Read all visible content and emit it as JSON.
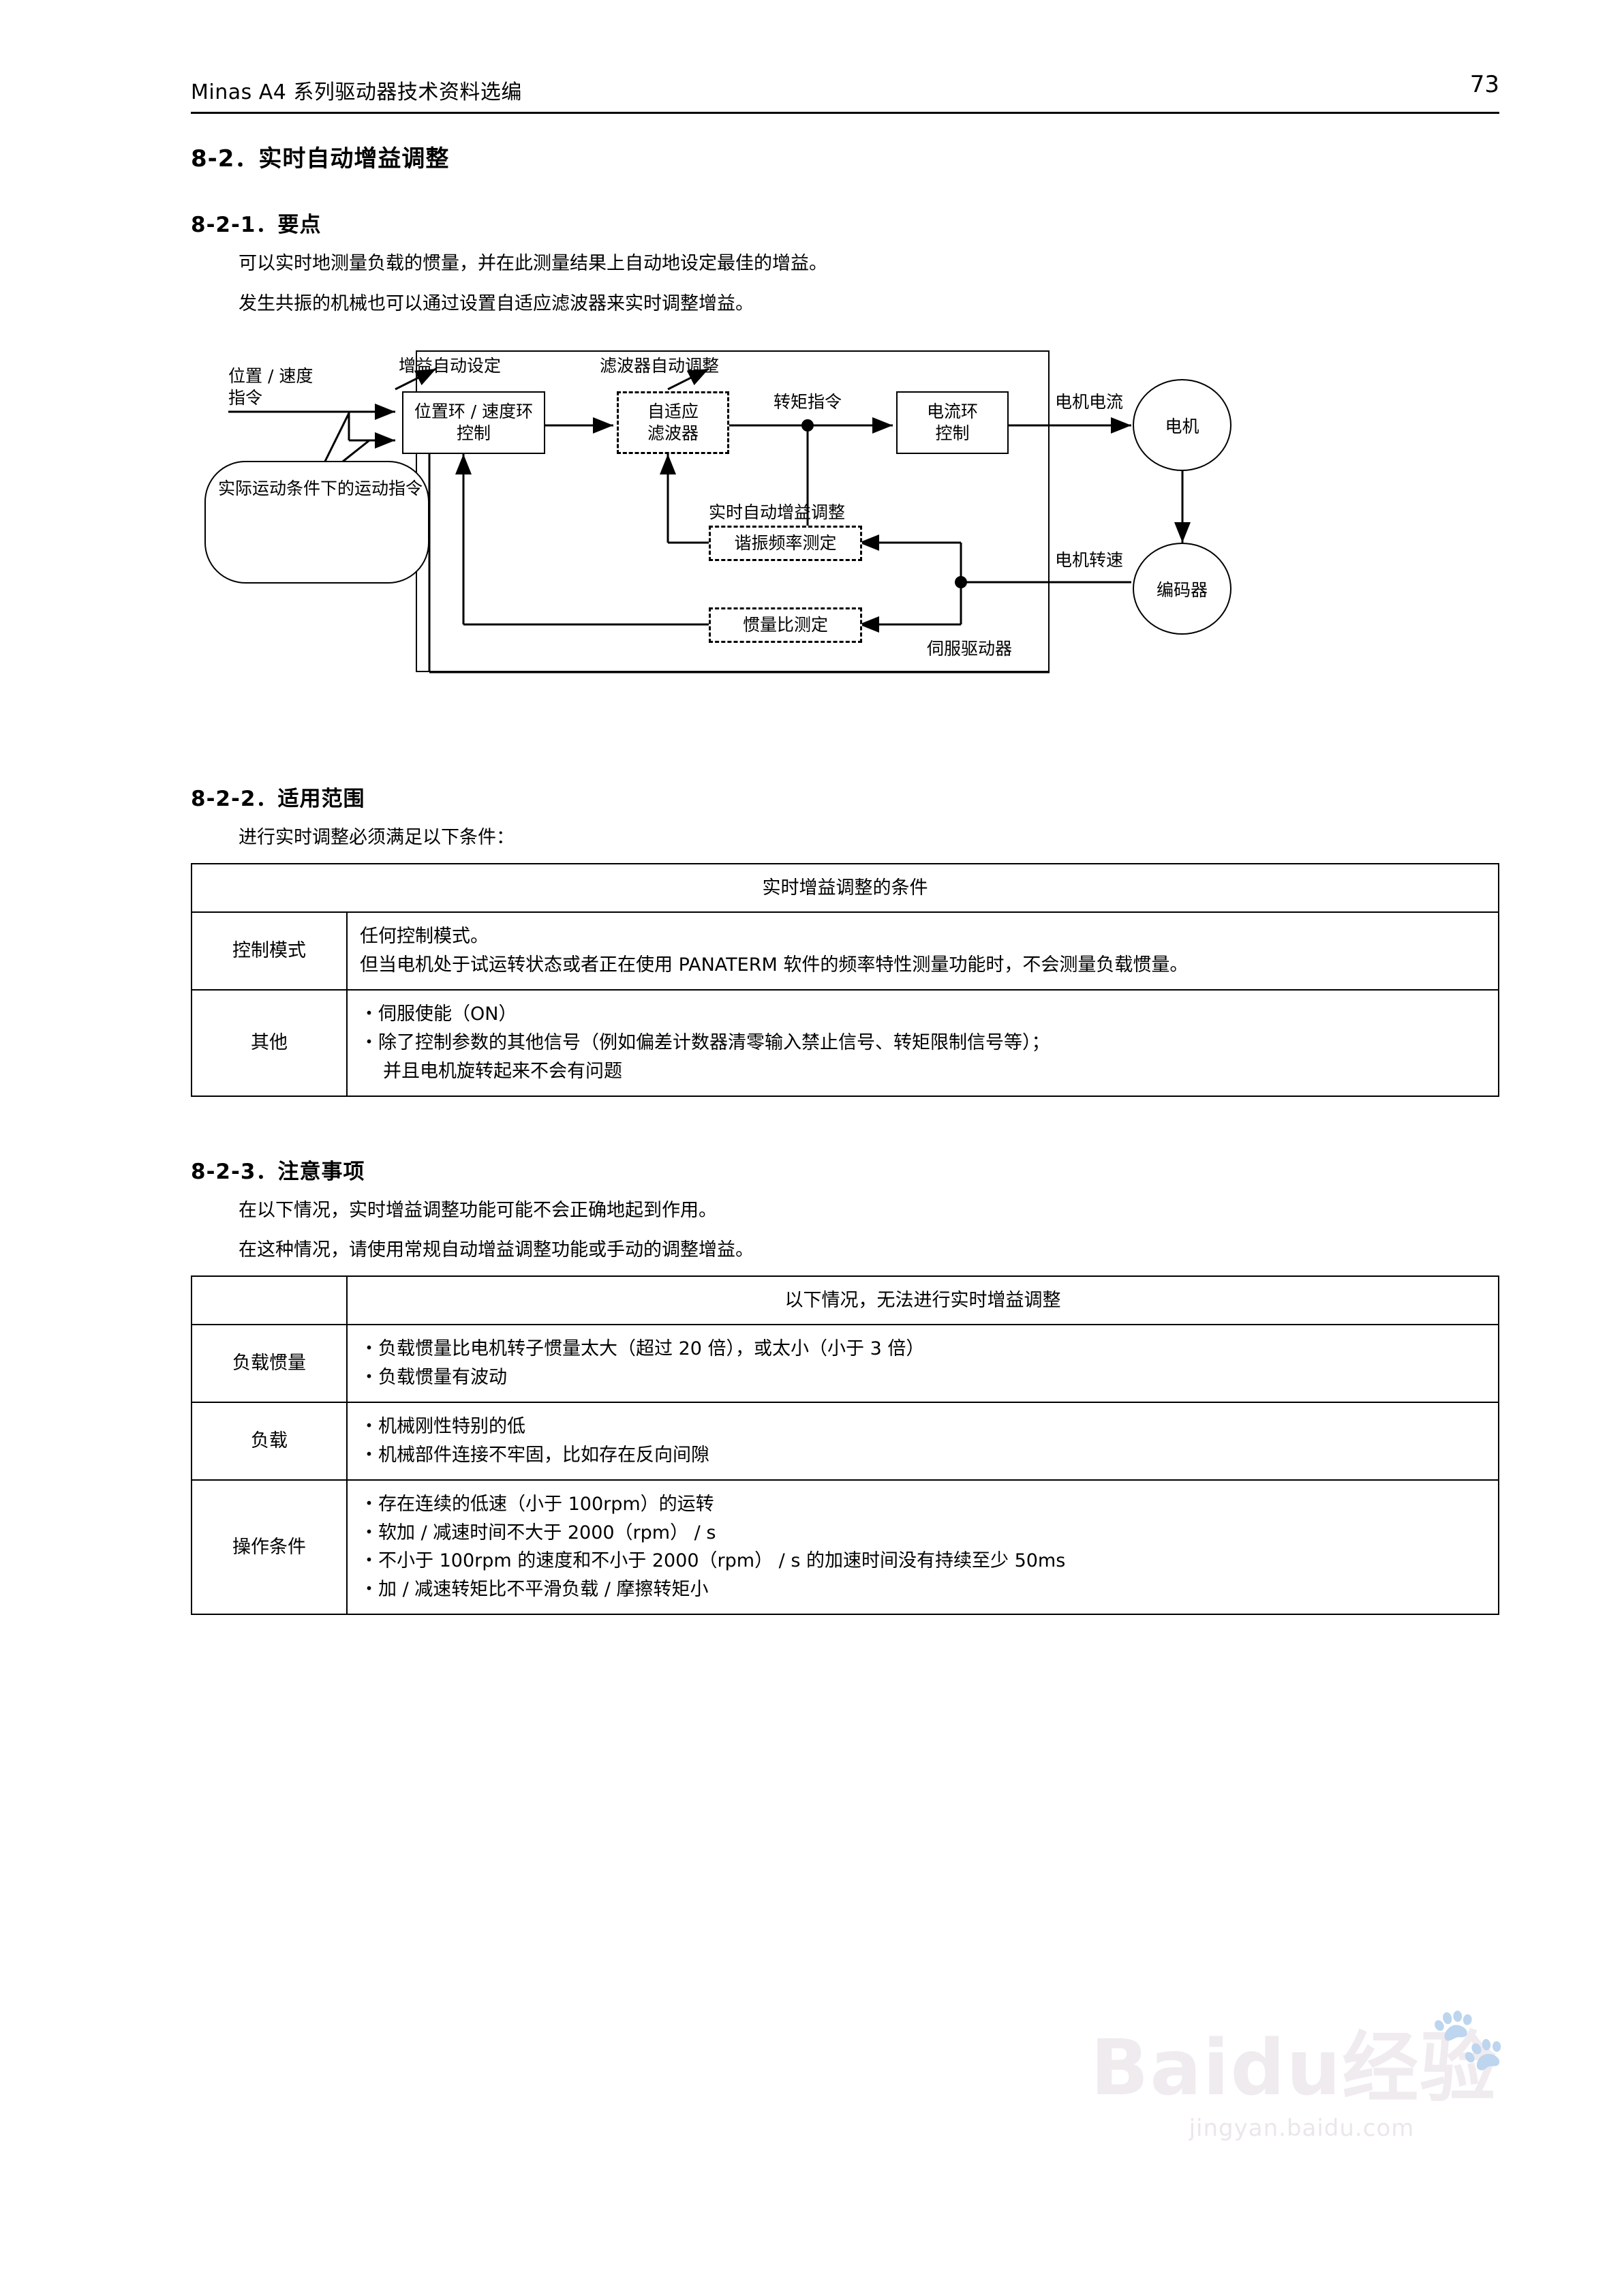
{
  "header": {
    "title": "Minas A4 系列驱动器技术资料选编",
    "page_number": "73"
  },
  "sections": {
    "s82": {
      "heading": "8-2．实时自动增益调整"
    },
    "s821": {
      "heading": "8-2-1．要点",
      "p1": "可以实时地测量负载的惯量，并在此测量结果上自动地设定最佳的增益。",
      "p2": "发生共振的机械也可以通过设置自适应滤波器来实时调整增益。"
    },
    "s822": {
      "heading": "8-2-2．适用范围",
      "intro": "进行实时调整必须满足以下条件："
    },
    "s823": {
      "heading": "8-2-3．注意事项",
      "p1": "在以下情况，实时增益调整功能可能不会正确地起到作用。",
      "p2": "在这种情况，请使用常规自动增益调整功能或手动的调整增益。"
    }
  },
  "diagram": {
    "label_command": "位置 / 速度\n指令",
    "label_command_line1": "位置 / 速度",
    "label_command_line2": "指令",
    "label_gain_auto": "增益自动设定",
    "label_filter_auto": "滤波器自动调整",
    "label_torque_cmd": "转矩指令",
    "label_motor_current": "电机电流",
    "label_motor_speed": "电机转速",
    "box_pos_speed_line1": "位置环 / 速度环",
    "box_pos_speed_line2": "控制",
    "box_adaptive_line1": "自适应",
    "box_adaptive_line2": "滤波器",
    "box_current_line1": "电流环",
    "box_current_line2": "控制",
    "box_motor": "电机",
    "box_encoder": "编码器",
    "label_realtime_gain": "实时自动增益调整",
    "box_resonance": "谐振频率测定",
    "box_inertia": "惯量比测定",
    "label_servo_driver": "伺服驱动器",
    "label_actual_motion": "实际运动条件下的运动指令"
  },
  "table_scope": {
    "header": "实时增益调整的条件",
    "rows": [
      {
        "label": "控制模式",
        "lines": [
          "任何控制模式。",
          "但当电机处于试运转状态或者正在使用 PANATERM 软件的频率特性测量功能时，不会测量负载惯量。"
        ]
      },
      {
        "label": "其他",
        "lines": [
          "・伺服使能（ON）",
          "・除了控制参数的其他信号（例如偏差计数器清零输入禁止信号、转矩限制信号等）；",
          "并且电机旋转起来不会有问题"
        ],
        "indent_last": true
      }
    ]
  },
  "table_notes": {
    "header": "以下情况，无法进行实时增益调整",
    "rows": [
      {
        "label": "负载惯量",
        "lines": [
          "・负载惯量比电机转子惯量太大（超过 20 倍），或太小（小于 3 倍）",
          "・负载惯量有波动"
        ]
      },
      {
        "label": "负载",
        "lines": [
          "・机械刚性特别的低",
          "・机械部件连接不牢固，比如存在反向间隙"
        ]
      },
      {
        "label": "操作条件",
        "lines": [
          "・存在连续的低速（小于 100rpm）的运转",
          "・软加 / 减速时间不大于 2000（rpm） / s",
          "・不小于 100rpm 的速度和不小于 2000（rpm） / s 的加速时间没有持续至少 50ms",
          "・加 / 减速转矩比不平滑负载 / 摩擦转矩小"
        ]
      }
    ]
  },
  "watermark": {
    "main": "Baidu经验",
    "sub": "jingyan.baidu.com"
  }
}
